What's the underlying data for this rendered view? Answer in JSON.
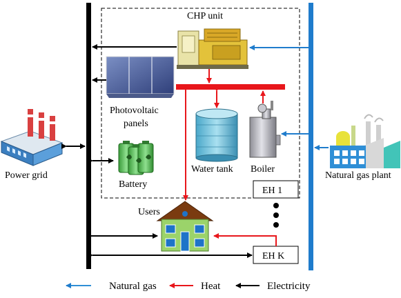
{
  "labels": {
    "chp_unit": "CHP unit",
    "pv_line1": "Photovoltaic",
    "pv_line2": "panels",
    "battery": "Battery",
    "water_tank": "Water tank",
    "boiler": "Boiler",
    "eh1": "EH 1",
    "ehk": "EH K",
    "users": "Users",
    "power_grid": "Power grid",
    "natural_gas_plant": "Natural gas plant"
  },
  "legend": [
    {
      "label": "Natural gas",
      "color": "#2f8fd6"
    },
    {
      "label": "Heat",
      "color": "#e8161b"
    },
    {
      "label": "Electricity",
      "color": "#000000"
    }
  ],
  "colors": {
    "electricity_bus": "#000000",
    "gas_bus": "#1f7ccc",
    "heat_bus": "#e8161b",
    "gas_flow": "#2f8fd6",
    "heat_flow": "#e8161b",
    "electricity_flow": "#000000"
  }
}
